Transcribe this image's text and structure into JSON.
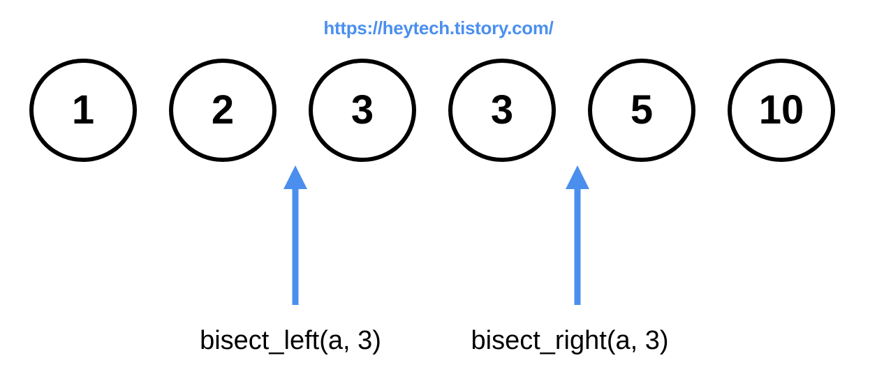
{
  "page": {
    "source_url": "https://heytech.tistory.com/"
  },
  "array_diagram": {
    "description": "sorted list a shown as circles",
    "values": [
      "1",
      "2",
      "3",
      "3",
      "5",
      "10"
    ]
  },
  "annotations": [
    {
      "label": "bisect_left(a, 3)",
      "points_between": [
        "2",
        "3"
      ]
    },
    {
      "label": "bisect_right(a, 3)",
      "points_between": [
        "3",
        "5"
      ]
    }
  ],
  "colors": {
    "accent_blue": "#4b8fee",
    "outline_black": "#000000",
    "background": "#ffffff"
  }
}
